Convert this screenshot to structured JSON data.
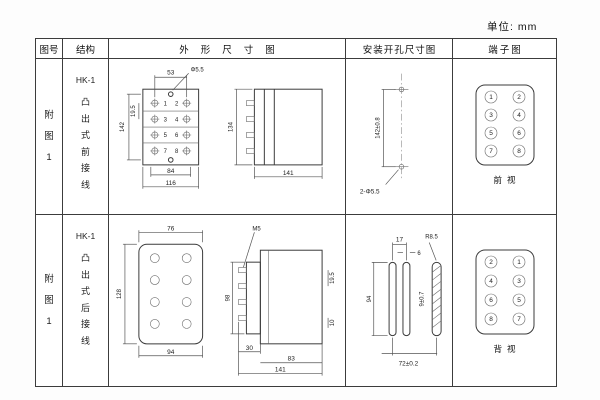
{
  "unit_label": "单位: mm",
  "headers": {
    "fig_no": "图号",
    "structure": "结构",
    "outline": "外形尺寸图",
    "mounting": "安装开孔尺寸图",
    "terminal": "端子图"
  },
  "rows": [
    {
      "fig_no": "附图1",
      "model": "HK-1",
      "structure": "凸出式前接线",
      "outline": {
        "screw_span": "53",
        "hole_dia": "Φ5.5",
        "height": "142",
        "pitch": "19.5",
        "base_width": "84",
        "total_width": "116",
        "side_height": "134",
        "depth": "141",
        "terms": [
          "1",
          "2",
          "3",
          "4",
          "5",
          "6",
          "7",
          "8"
        ]
      },
      "mounting": {
        "hole_span": "142±0.8",
        "holes": "2-Φ5.5"
      },
      "terminal": {
        "left": [
          "1",
          "3",
          "5",
          "7"
        ],
        "right": [
          "2",
          "4",
          "6",
          "8"
        ],
        "view": "前视"
      }
    },
    {
      "fig_no": "附图1",
      "model": "HK-1",
      "structure": "凸出式后接线",
      "outline": {
        "top_width": "76",
        "height": "128",
        "bottom_width": "94",
        "screw": "M5",
        "block_height": "98",
        "pitch": "19.5",
        "offset": "10",
        "block_depth": "30",
        "body_depth": "83",
        "depth": "141"
      },
      "mounting": {
        "slot_span": "17",
        "slot_width": "6",
        "radius": "R8.5",
        "slot_height": "94",
        "panel": "9±0.7",
        "span": "72±0.2"
      },
      "terminal": {
        "left": [
          "2",
          "4",
          "6",
          "8"
        ],
        "right": [
          "1",
          "3",
          "5",
          "7"
        ],
        "view": "背视"
      }
    }
  ]
}
